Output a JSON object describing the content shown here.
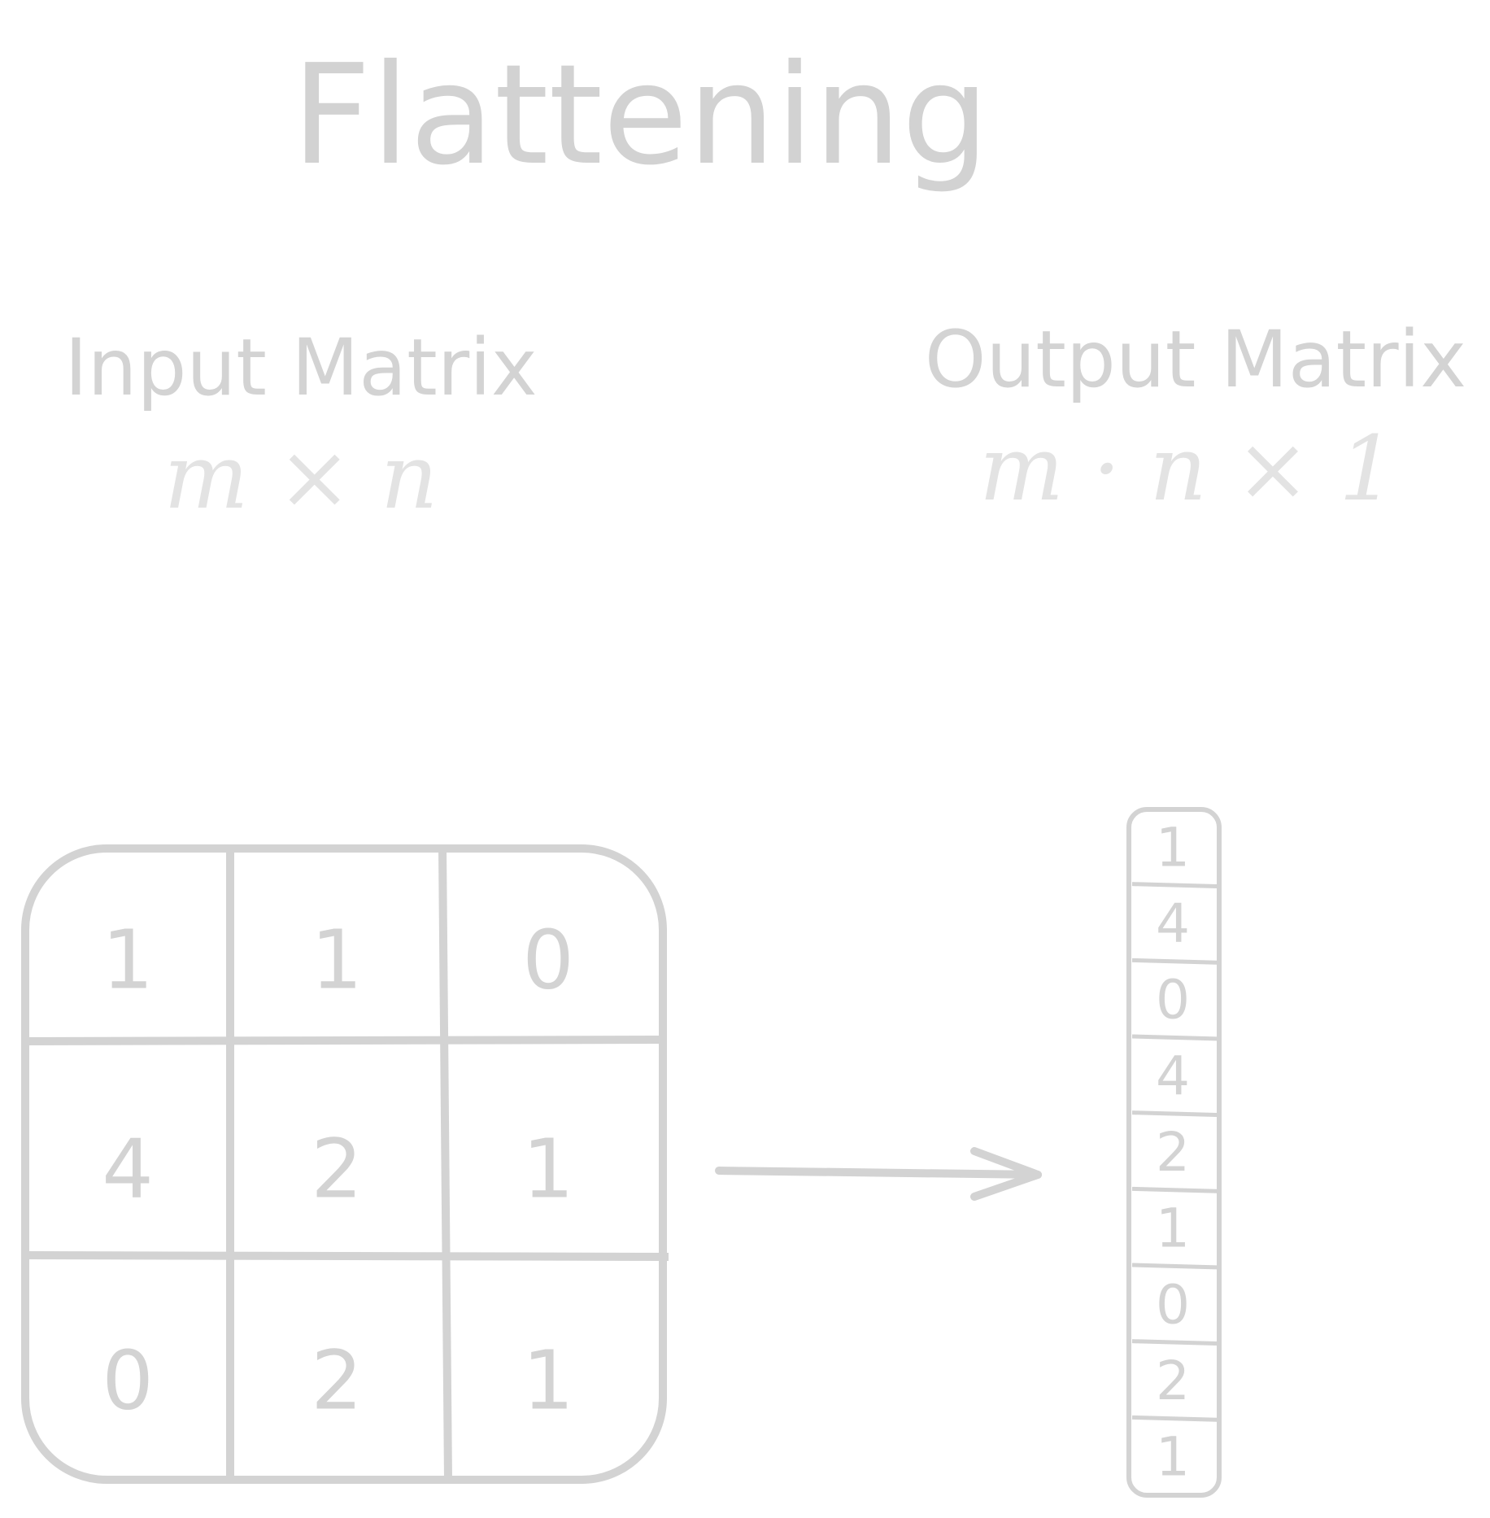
{
  "title": "Flattening",
  "input": {
    "label": "Input Matrix",
    "dims": "m × n",
    "cells": [
      [
        "1",
        "1",
        "0"
      ],
      [
        "4",
        "2",
        "1"
      ],
      [
        "0",
        "2",
        "1"
      ]
    ]
  },
  "output": {
    "label": "Output Matrix",
    "dims": "m · n × 1",
    "cells": [
      "1",
      "4",
      "0",
      "4",
      "2",
      "1",
      "0",
      "2",
      "1"
    ]
  },
  "colors": {
    "stroke": "#d3d3d3",
    "text": "#d3d3d3",
    "math": "#e6e6e6"
  }
}
